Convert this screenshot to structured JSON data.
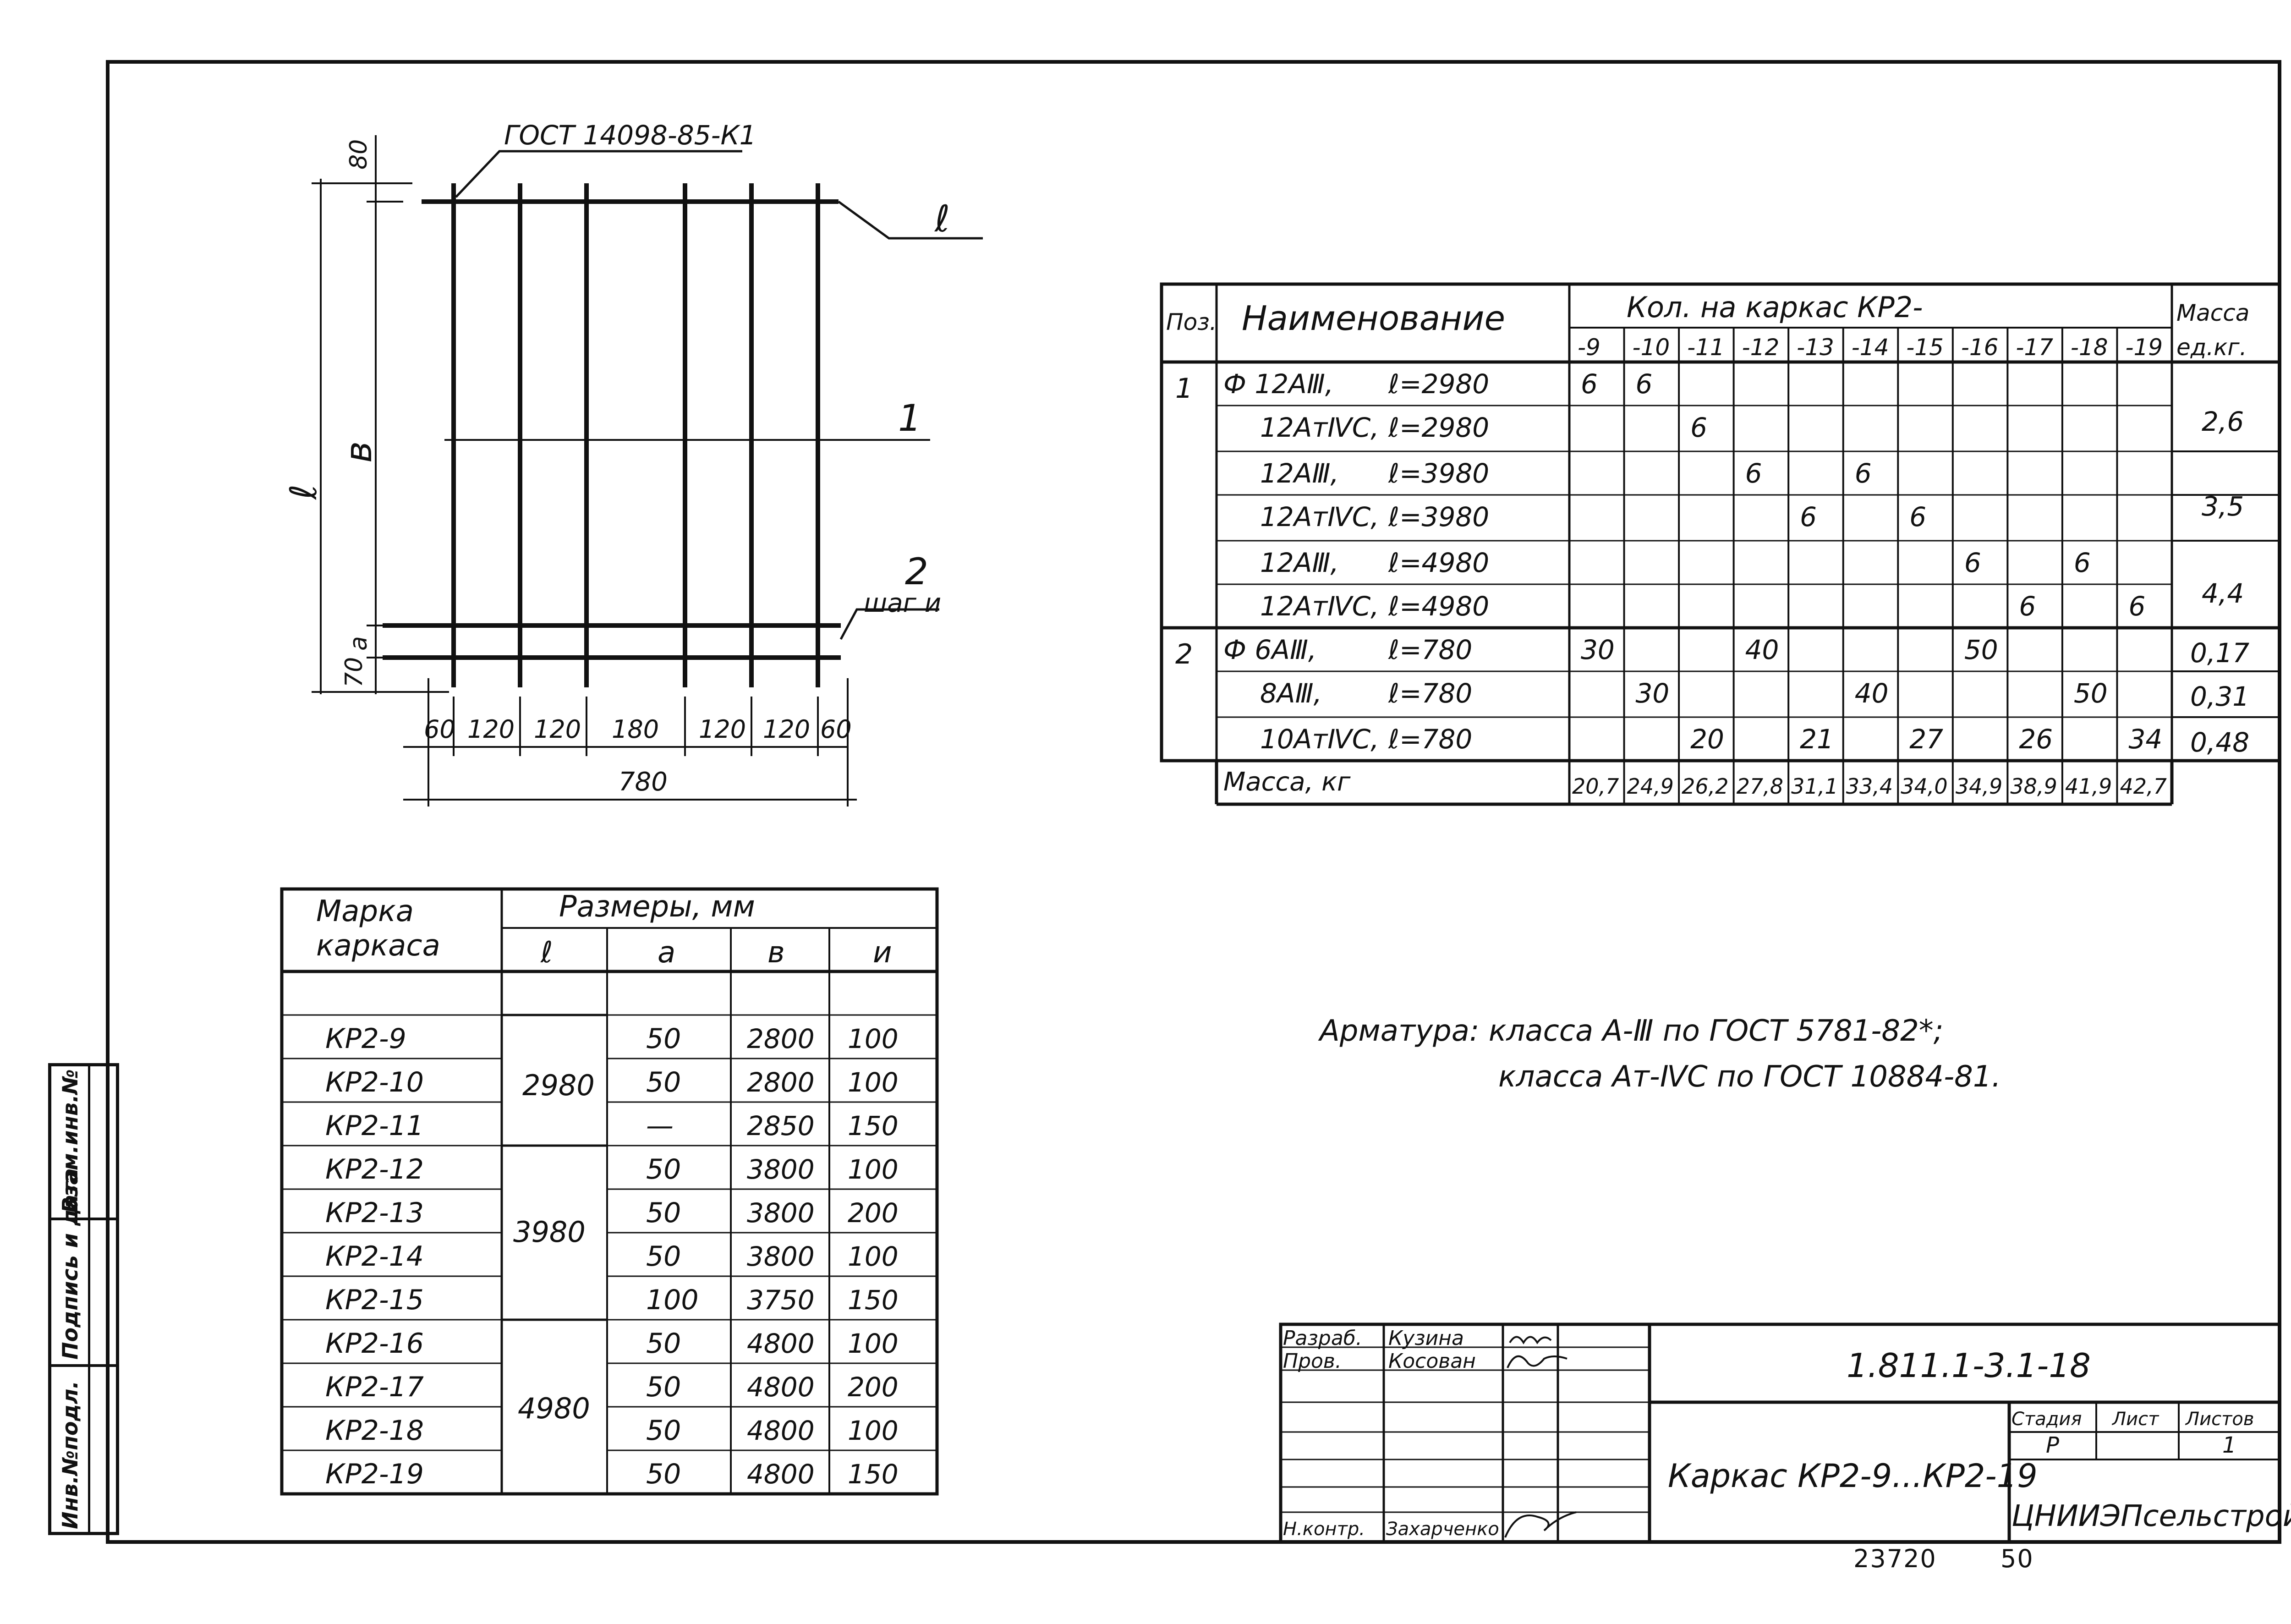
{
  "drawing": {
    "gost_label": "ГОСТ 14098-85-К1",
    "callout_l": "ℓ",
    "callout_1": "1",
    "callout_2": "2",
    "callout_2_sub": "шаг и",
    "dim_80": "80",
    "dim_l": "ℓ",
    "dim_b": "в",
    "dim_70": "70",
    "dim_a": "а",
    "bottom_dims": [
      "60",
      "120",
      "120",
      "180",
      "120",
      "120",
      "60"
    ],
    "overall_width": "780"
  },
  "spec_table": {
    "col_pos": "Поз.",
    "col_name": "Наименование",
    "col_qty": "Кол. на каркас КР2-",
    "col_mass": "Масса",
    "col_mass_sub": "ед.кг.",
    "qty_cols": [
      "-9",
      "-10",
      "-11",
      "-12",
      "-13",
      "-14",
      "-15",
      "-16",
      "-17",
      "-18",
      "-19"
    ],
    "rows": [
      {
        "pos": "1",
        "name": "Ф 12АⅢ,",
        "len": "ℓ=2980",
        "qty": [
          "6",
          "6",
          "",
          "",
          "",
          "",
          "",
          "",
          "",
          "",
          ""
        ]
      },
      {
        "pos": "",
        "name": "12АтⅣС,",
        "len": "ℓ=2980",
        "qty": [
          "",
          "",
          "6",
          "",
          "",
          "",
          "",
          "",
          "",
          "",
          ""
        ]
      },
      {
        "pos": "",
        "name": "12АⅢ,",
        "len": "ℓ=3980",
        "qty": [
          "",
          "",
          "",
          "6",
          "",
          "6",
          "",
          "",
          "",
          "",
          ""
        ]
      },
      {
        "pos": "",
        "name": "12АтⅣС,",
        "len": "ℓ=3980",
        "qty": [
          "",
          "",
          "",
          "",
          "6",
          "",
          "6",
          "",
          "",
          "",
          ""
        ]
      },
      {
        "pos": "",
        "name": "12АⅢ,",
        "len": "ℓ=4980",
        "qty": [
          "",
          "",
          "",
          "",
          "",
          "",
          "",
          "6",
          "",
          "6",
          ""
        ]
      },
      {
        "pos": "",
        "name": "12АтⅣС,",
        "len": "ℓ=4980",
        "qty": [
          "",
          "",
          "",
          "",
          "",
          "",
          "",
          "",
          "6",
          "",
          "6"
        ]
      },
      {
        "pos": "2",
        "name": "Ф 6АⅢ,",
        "len": "ℓ=780",
        "qty": [
          "30",
          "",
          "",
          "40",
          "",
          "",
          "",
          "50",
          "",
          "",
          ""
        ]
      },
      {
        "pos": "",
        "name": "8АⅢ,",
        "len": "ℓ=780",
        "qty": [
          "",
          "30",
          "",
          "",
          "",
          "40",
          "",
          "",
          "",
          "50",
          ""
        ]
      },
      {
        "pos": "",
        "name": "10АтⅣС,",
        "len": "ℓ=780",
        "qty": [
          "",
          "",
          "20",
          "",
          "21",
          "",
          "27",
          "",
          "26",
          "",
          "34"
        ]
      }
    ],
    "mass_unit": [
      "2,6",
      "3,5",
      "4,4",
      "0,17",
      "0,31",
      "0,48"
    ],
    "total_label": "Масса, кг",
    "totals": [
      "20,7",
      "24,9",
      "26,2",
      "27,8",
      "31,1",
      "33,4",
      "34,0",
      "34,9",
      "38,9",
      "41,9",
      "42,7"
    ]
  },
  "size_table": {
    "col_mark": "Марка",
    "col_mark2": "каркаса",
    "col_sizes": "Размеры, мм",
    "sub_cols": [
      "ℓ",
      "а",
      "в",
      "и"
    ],
    "rows": [
      {
        "mark": "КР2-9",
        "a": "50",
        "b": "2800",
        "u": "100"
      },
      {
        "mark": "КР2-10",
        "a": "50",
        "b": "2800",
        "u": "100"
      },
      {
        "mark": "КР2-11",
        "a": "—",
        "b": "2850",
        "u": "150"
      },
      {
        "mark": "КР2-12",
        "a": "50",
        "b": "3800",
        "u": "100"
      },
      {
        "mark": "КР2-13",
        "a": "50",
        "b": "3800",
        "u": "200"
      },
      {
        "mark": "КР2-14",
        "a": "50",
        "b": "3800",
        "u": "100"
      },
      {
        "mark": "КР2-15",
        "a": "100",
        "b": "3750",
        "u": "150"
      },
      {
        "mark": "КР2-16",
        "a": "50",
        "b": "4800",
        "u": "100"
      },
      {
        "mark": "КР2-17",
        "a": "50",
        "b": "4800",
        "u": "200"
      },
      {
        "mark": "КР2-18",
        "a": "50",
        "b": "4800",
        "u": "100"
      },
      {
        "mark": "КР2-19",
        "a": "50",
        "b": "4800",
        "u": "150"
      }
    ],
    "l_groups": [
      "2980",
      "3980",
      "4980"
    ]
  },
  "note": {
    "line1": "Арматура: класса А-Ⅲ по ГОСТ 5781-82*;",
    "line2": "класса Ат-ⅣС по ГОСТ 10884-81."
  },
  "title_block": {
    "razrab_label": "Разраб.",
    "razrab_name": "Кузина",
    "prov_label": "Пров.",
    "prov_name": "Косован",
    "nkontr_label": "Н.контр.",
    "nkontr_name": "Захарченко",
    "doc_code": "1.811.1-3.1-18",
    "title": "Каркас КР2-9...КР2-19",
    "stage_label": "Стадия",
    "sheet_label": "Лист",
    "sheets_label": "Листов",
    "stage_val": "Р",
    "sheets_val": "1",
    "org": "ЦНИИЭПсельстрой"
  },
  "side_stamp": {
    "inv_label": "Инв.№подл.",
    "sign_label": "Подпись и дата",
    "vzam_label": "Взам.инв.№"
  },
  "sheet_numbers": [
    "23720",
    "50"
  ]
}
